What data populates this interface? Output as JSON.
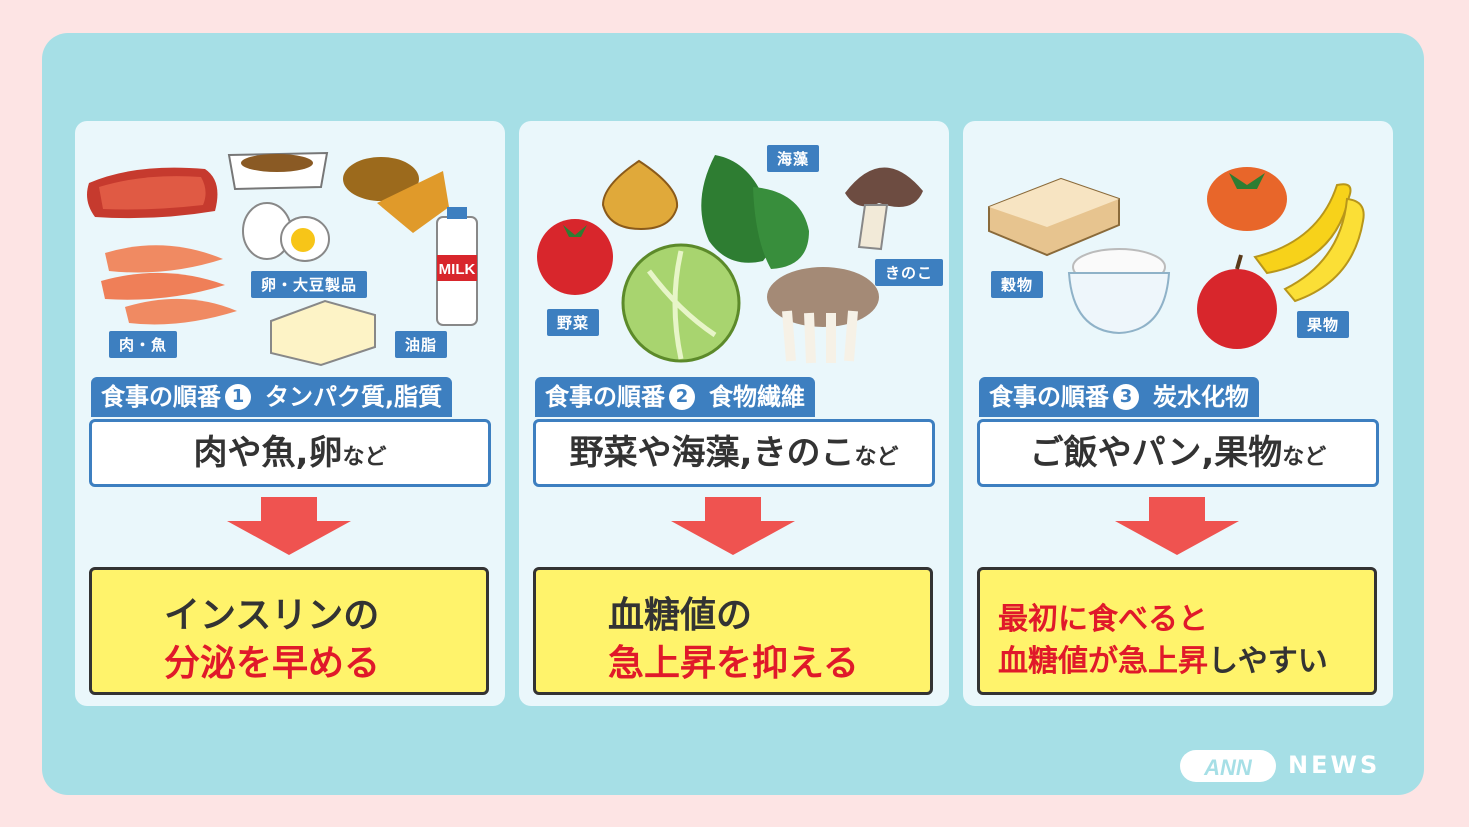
{
  "steps": [
    {
      "step_label": "食事の順番",
      "step_number": "1",
      "category": "タンパク質,脂質",
      "foods": "肉や魚,卵",
      "foods_suffix": "など",
      "image_tags": [
        "卵・大豆製品",
        "肉・魚",
        "油脂"
      ],
      "milk_label": "MILK",
      "result_line1": "インスリンの",
      "result_line2": "分泌を早める"
    },
    {
      "step_label": "食事の順番",
      "step_number": "2",
      "category": "食物繊維",
      "foods": "野菜や海藻,きのこ",
      "foods_suffix": "など",
      "image_tags": [
        "海藻",
        "きのこ",
        "野菜"
      ],
      "result_line1": "血糖値の",
      "result_line2": "急上昇を抑える"
    },
    {
      "step_label": "食事の順番",
      "step_number": "3",
      "category": "炭水化物",
      "foods": "ご飯やパン,果物",
      "foods_suffix": "など",
      "image_tags": [
        "穀物",
        "果物"
      ],
      "result_line1": "最初に食べると",
      "result_line2_red": "血糖値が急上昇",
      "result_line2_dark": "しやすい"
    }
  ],
  "logo": {
    "mark": "ANN",
    "text": "NEWS"
  },
  "colors": {
    "background": "#fde4e4",
    "panel": "#a6dfe6",
    "card": "#eaf7fb",
    "label_blue": "#3d7fc0",
    "arrow_red": "#ef5350",
    "highlight_yellow": "#fff36b",
    "text_red": "#e0192a"
  }
}
